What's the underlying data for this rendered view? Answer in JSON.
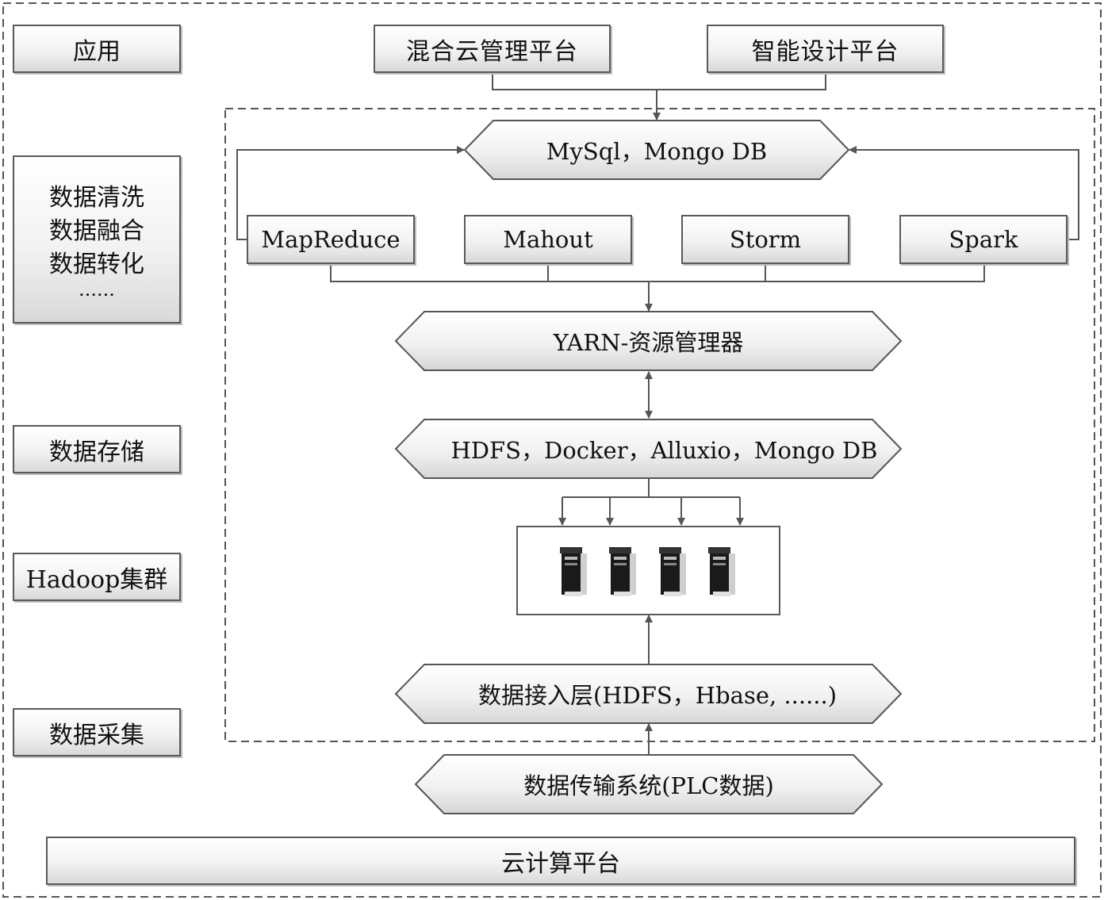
{
  "layers": {
    "application": "应用",
    "data_processing": [
      "数据清洗",
      "数据融合",
      "数据转化",
      "......"
    ],
    "data_storage": "数据存储",
    "hadoop_cluster": "Hadoop集群",
    "data_collection": "数据采集"
  },
  "applications": [
    "混合云管理平台",
    "智能设计平台"
  ],
  "database": "MySql，Mongo DB",
  "compute_engines": [
    "MapReduce",
    "Mahout",
    "Storm",
    "Spark"
  ],
  "resource_manager": "YARN-资源管理器",
  "storage": "HDFS，Docker，Alluxio，Mongo DB",
  "server_icons": [
    "server-icon",
    "server-icon",
    "server-icon",
    "server-icon"
  ],
  "access_layer": "数据接入层(HDFS，Hbase, ......)",
  "transmission": "数据传输系统(PLC数据)",
  "platform": "云计算平台"
}
